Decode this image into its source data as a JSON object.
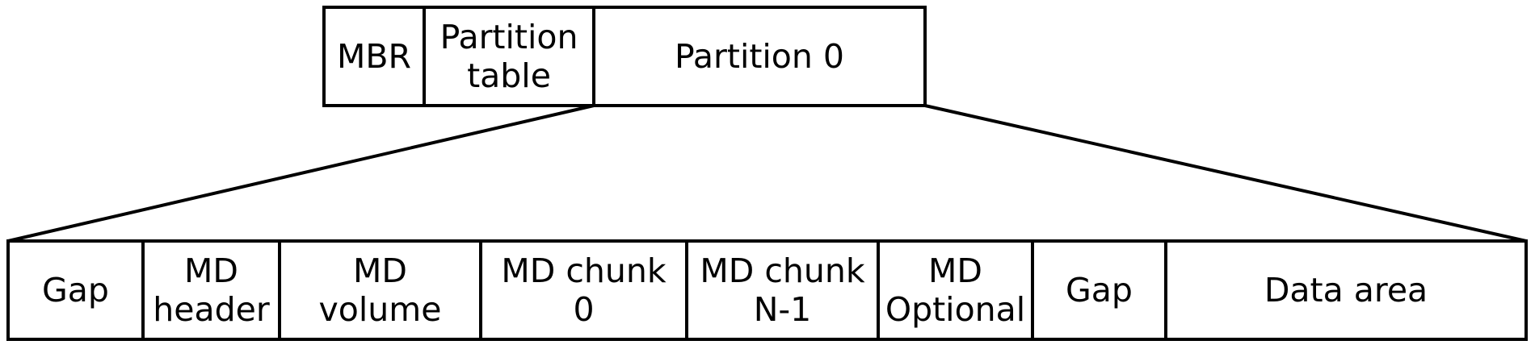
{
  "figure": {
    "top_row": {
      "cells": [
        "MBR",
        "Partition\ntable",
        "Partition 0"
      ]
    },
    "bottom_row": {
      "cells": [
        "Gap",
        "MD\nheader",
        "MD\nvolume",
        "MD chunk\n0",
        "MD chunk\nN-1",
        "MD\nOptional",
        "Gap",
        "Data area"
      ]
    },
    "colors": {
      "background": "#ffffff",
      "line": "#000000",
      "text": "#000000"
    }
  }
}
